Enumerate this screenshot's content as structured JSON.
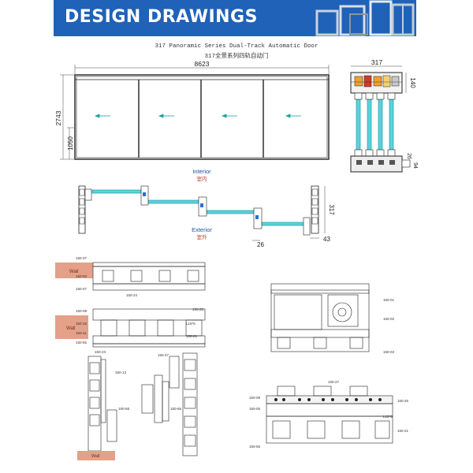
{
  "banner": {
    "title": "DESIGN DRAWINGS"
  },
  "caption": {
    "line1": "317 Panoramic Series Dual-Track Automatic Door",
    "line2": "317全景系列四轨自动门"
  },
  "elevation": {
    "width_dim": "8623",
    "height_dim": "2743",
    "lower_dim": "1050"
  },
  "side_section": {
    "width_dim": "317",
    "top_dim": "140",
    "bottom_dim_a": "26",
    "bottom_dim_b": "94"
  },
  "plan": {
    "interior_en": "Interior",
    "interior_cn": "室内",
    "exterior_en": "Exterior",
    "exterior_cn": "室外",
    "dim_317": "317",
    "dim_43": "43",
    "dim_26": "26"
  },
  "details": {
    "wall_label": "Wall",
    "callouts_a": [
      "150-37",
      "150-03",
      "150-07",
      "150-24",
      "150-08",
      "150-15",
      "150-20",
      "L15*5",
      "150-11",
      "150-21",
      "150-55"
    ],
    "callouts_b": [
      "150-23",
      "150-13",
      "150-47",
      "150-58",
      "150-56"
    ],
    "callouts_c": [
      "150-01",
      "150-02",
      "150-03"
    ],
    "callouts_d": [
      "150-09",
      "150-27",
      "150-05",
      "150-26",
      "L15*5",
      "150-21",
      "150-55"
    ]
  },
  "colors": {
    "banner": "#1f62b8",
    "glass": "#19b8c8",
    "arrow": "#1aa39a",
    "wall": "#e4a088",
    "line": "#222222"
  }
}
